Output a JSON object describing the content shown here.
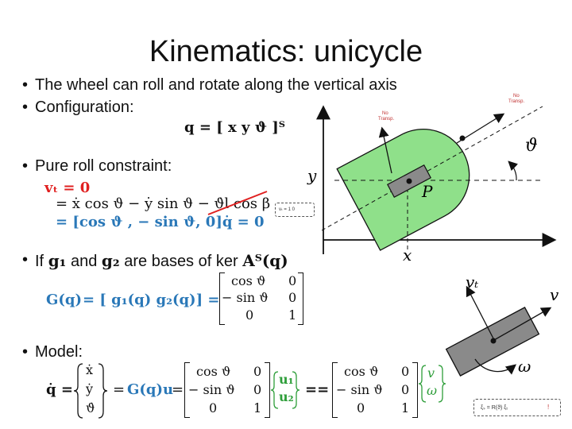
{
  "slide": {
    "title": "Kinematics: unicycle",
    "bullets": [
      "The wheel can roll and rotate along the vertical axis",
      "Configuration:",
      "Pure roll constraint:",
      "If",
      "Model:"
    ],
    "bullet_char": "•",
    "config_eq": "q = [ x   y   ϑ ]ᵀ",
    "roll": {
      "line1": "vₜ = 0",
      "line2": "= ẋ cos ϑ − ẏ sin ϑ − ϑ̇l cos β",
      "line3": "= [cos ϑ , − sin ϑ, 0]q̇ = 0"
    },
    "bases_text": {
      "g1": "g₁",
      "and": " and ",
      "g2": "g₂",
      "rest": " are bases of ker ",
      "AT": "Aᵀ(q)"
    },
    "Geq": {
      "lhs": "G(q)",
      "mid": "= [ g₁(q) g₂(q)] =",
      "matrix": [
        [
          "cos ϑ",
          "0"
        ],
        [
          "− sin ϑ",
          "0"
        ],
        [
          "0",
          "1"
        ]
      ]
    },
    "model": {
      "lhs": "q̇ =",
      "vec": [
        "ẋ",
        "ẏ",
        "ϑ̇"
      ],
      "eq": "=",
      "Gu": "G(q)u",
      "eq2": "=",
      "matrix": [
        [
          "cos ϑ",
          "0"
        ],
        [
          "− sin ϑ",
          "0"
        ],
        [
          "0",
          "1"
        ]
      ],
      "u": [
        "u₁",
        "u₂"
      ],
      "eqeq": "==",
      "matrix2": [
        [
          "cos ϑ",
          "0"
        ],
        [
          "− sin ϑ",
          "0"
        ],
        [
          "0",
          "1"
        ]
      ],
      "vw": [
        "v",
        "ω"
      ]
    },
    "annotations": {
      "small_box": "vₜ = 1 0",
      "no_label_1": "No",
      "no_label_1b": "Transp.",
      "no_label_2": "No",
      "no_label_2b": "Transp.",
      "bottom_box": "ξₛ = R(ϑ) ξₜ",
      "bottom_box_mark": "!"
    },
    "diagram_top": {
      "y_label": "y",
      "x_label": "x",
      "p_label": "P",
      "theta_label": "ϑ"
    },
    "diagram_bottom": {
      "vt_label": "vₜ",
      "v_label": "v",
      "omega_label": "ω"
    },
    "colors": {
      "green_fill": "#8fe08a",
      "gray_fill": "#8a8a8a",
      "red": "#e02020",
      "blue": "#2a78b8",
      "green_text": "#2e9e3a"
    }
  }
}
